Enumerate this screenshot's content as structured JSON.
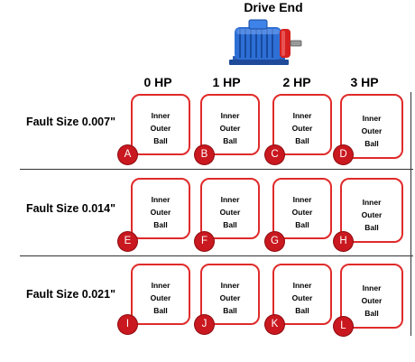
{
  "title": "Drive End",
  "column_headers": [
    "0 HP",
    "1 HP",
    "2 HP",
    "3 HP"
  ],
  "rows": [
    {
      "label": "Fault Size 0.007\"",
      "cells": [
        {
          "badge": "A",
          "faults": [
            "Inner",
            "Outer",
            "Ball"
          ]
        },
        {
          "badge": "B",
          "faults": [
            "Inner",
            "Outer",
            "Ball"
          ]
        },
        {
          "badge": "C",
          "faults": [
            "Inner",
            "Outer",
            "Ball"
          ]
        },
        {
          "badge": "D",
          "faults": [
            "Inner",
            "Outer",
            "Ball"
          ]
        }
      ]
    },
    {
      "label": "Fault Size 0.014\"",
      "cells": [
        {
          "badge": "E",
          "faults": [
            "Inner",
            "Outer",
            "Ball"
          ]
        },
        {
          "badge": "F",
          "faults": [
            "Inner",
            "Outer",
            "Ball"
          ]
        },
        {
          "badge": "G",
          "faults": [
            "Inner",
            "Outer",
            "Ball"
          ]
        },
        {
          "badge": "H",
          "faults": [
            "Inner",
            "Outer",
            "Ball"
          ]
        }
      ]
    },
    {
      "label": "Fault Size 0.021\"",
      "cells": [
        {
          "badge": "I",
          "faults": [
            "Inner",
            "Outer",
            "Ball"
          ]
        },
        {
          "badge": "J",
          "faults": [
            "Inner",
            "Outer",
            "Ball"
          ]
        },
        {
          "badge": "K",
          "faults": [
            "Inner",
            "Outer",
            "Ball"
          ]
        },
        {
          "badge": "L",
          "faults": [
            "Inner",
            "Outer",
            "Ball"
          ]
        }
      ]
    }
  ],
  "colors": {
    "box_border": "#e02a2a",
    "badge_fill": "#c9181f",
    "motor_body": "#2e6fd6",
    "motor_end": "#d62020"
  },
  "icons": {
    "motor": "electric-motor-icon"
  }
}
